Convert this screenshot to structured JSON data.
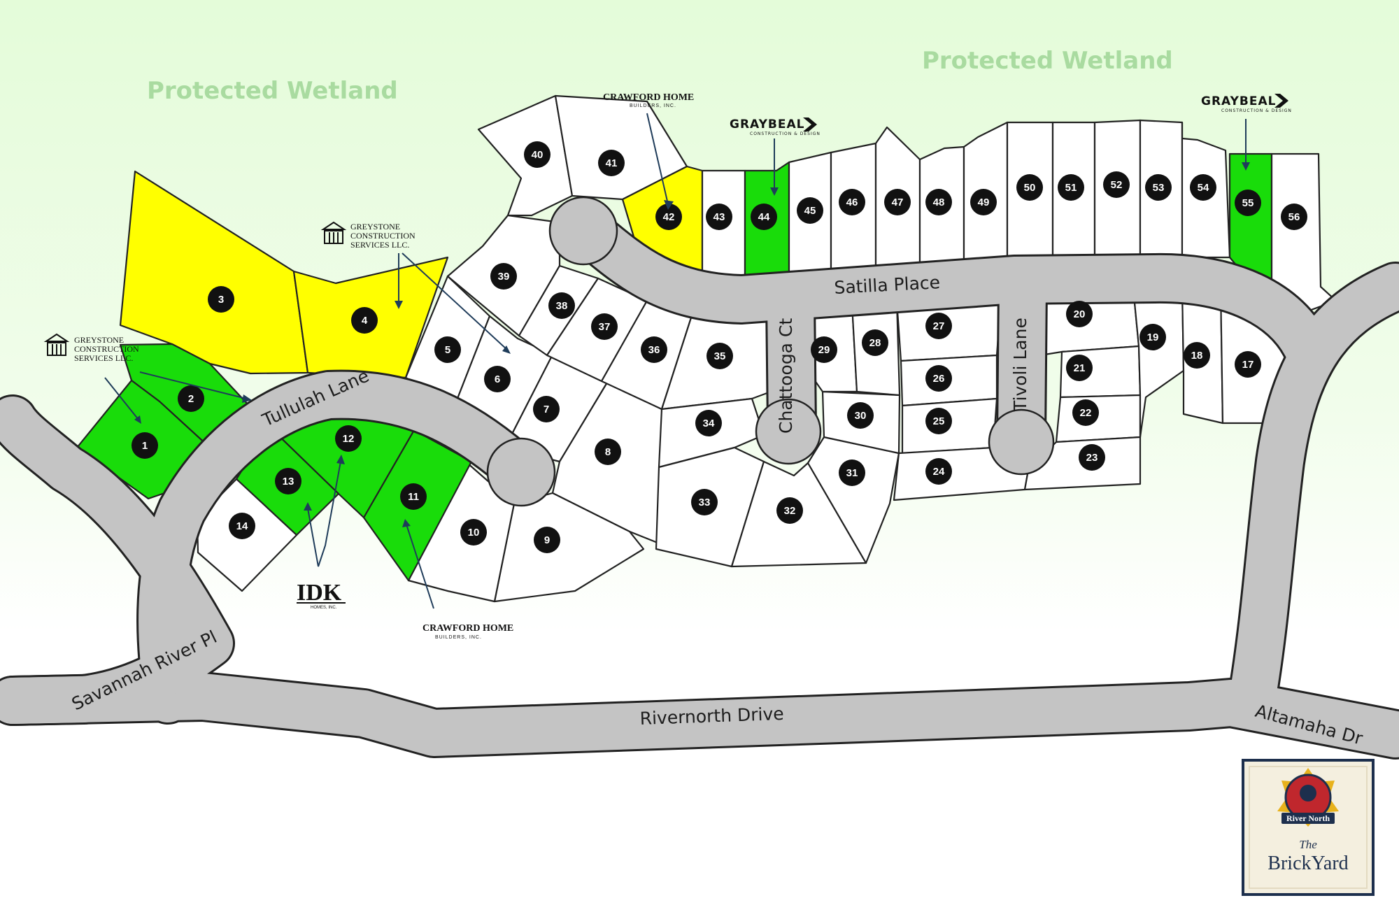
{
  "wetlands": [
    "Protected Wetland",
    "Protected Wetland"
  ],
  "streets": {
    "tullulah": "Tullulah Lane",
    "satilla": "Satilla Place",
    "chattooga": "Chattooga Ct",
    "tivoli": "Tivoli Lane",
    "savannah": "Savannah River Pl",
    "rivernorth": "Rivernorth Drive",
    "altamaha": "Altamaha Dr"
  },
  "colors": {
    "available": "#ffffff",
    "green_builder": "#19dc0a",
    "yellow_builder": "#ffff00",
    "road": "#c4c4c4"
  },
  "lots": [
    {
      "n": "1",
      "c": "green"
    },
    {
      "n": "2",
      "c": "green"
    },
    {
      "n": "3",
      "c": "yellow"
    },
    {
      "n": "4",
      "c": "yellow"
    },
    {
      "n": "5",
      "c": "white"
    },
    {
      "n": "6",
      "c": "white"
    },
    {
      "n": "7",
      "c": "white"
    },
    {
      "n": "8",
      "c": "white"
    },
    {
      "n": "9",
      "c": "white"
    },
    {
      "n": "10",
      "c": "white"
    },
    {
      "n": "11",
      "c": "green"
    },
    {
      "n": "12",
      "c": "green"
    },
    {
      "n": "13",
      "c": "green"
    },
    {
      "n": "14",
      "c": "white"
    },
    {
      "n": "17",
      "c": "white"
    },
    {
      "n": "18",
      "c": "white"
    },
    {
      "n": "19",
      "c": "white"
    },
    {
      "n": "20",
      "c": "white"
    },
    {
      "n": "21",
      "c": "white"
    },
    {
      "n": "22",
      "c": "white"
    },
    {
      "n": "23",
      "c": "white"
    },
    {
      "n": "24",
      "c": "white"
    },
    {
      "n": "25",
      "c": "white"
    },
    {
      "n": "26",
      "c": "white"
    },
    {
      "n": "27",
      "c": "white"
    },
    {
      "n": "28",
      "c": "white"
    },
    {
      "n": "29",
      "c": "white"
    },
    {
      "n": "30",
      "c": "white"
    },
    {
      "n": "31",
      "c": "white"
    },
    {
      "n": "32",
      "c": "white"
    },
    {
      "n": "33",
      "c": "white"
    },
    {
      "n": "34",
      "c": "white"
    },
    {
      "n": "35",
      "c": "white"
    },
    {
      "n": "36",
      "c": "white"
    },
    {
      "n": "37",
      "c": "white"
    },
    {
      "n": "38",
      "c": "white"
    },
    {
      "n": "39",
      "c": "white"
    },
    {
      "n": "40",
      "c": "white"
    },
    {
      "n": "41",
      "c": "white"
    },
    {
      "n": "42",
      "c": "yellow"
    },
    {
      "n": "43",
      "c": "white"
    },
    {
      "n": "44",
      "c": "green"
    },
    {
      "n": "45",
      "c": "white"
    },
    {
      "n": "46",
      "c": "white"
    },
    {
      "n": "47",
      "c": "white"
    },
    {
      "n": "48",
      "c": "white"
    },
    {
      "n": "49",
      "c": "white"
    },
    {
      "n": "50",
      "c": "white"
    },
    {
      "n": "51",
      "c": "white"
    },
    {
      "n": "52",
      "c": "white"
    },
    {
      "n": "53",
      "c": "white"
    },
    {
      "n": "54",
      "c": "white"
    },
    {
      "n": "55",
      "c": "green"
    },
    {
      "n": "56",
      "c": "white"
    }
  ],
  "builders": {
    "crawford_top": {
      "name": "CRAWFORD HOME",
      "sub": "BUILDERS, INC."
    },
    "crawford_bottom": {
      "name": "CRAWFORD HOME",
      "sub": "BUILDERS, INC."
    },
    "graybeal_1": {
      "name": "GRAYBEAL",
      "sub": "CONSTRUCTION & DESIGN"
    },
    "graybeal_2": {
      "name": "GRAYBEAL",
      "sub": "CONSTRUCTION & DESIGN"
    },
    "greystone_1": {
      "l1": "GREYSTONE",
      "l2": "CONSTRUCTION",
      "l3": "SERVICES LLC."
    },
    "greystone_2": {
      "l1": "GREYSTONE",
      "l2": "CONSTRUCTION",
      "l3": "SERVICES LLC."
    },
    "idk": {
      "name": "IDK",
      "sub": "HOMES, INC."
    }
  },
  "logo": {
    "badge": "River North",
    "the": "The",
    "name": "BrickYard"
  }
}
